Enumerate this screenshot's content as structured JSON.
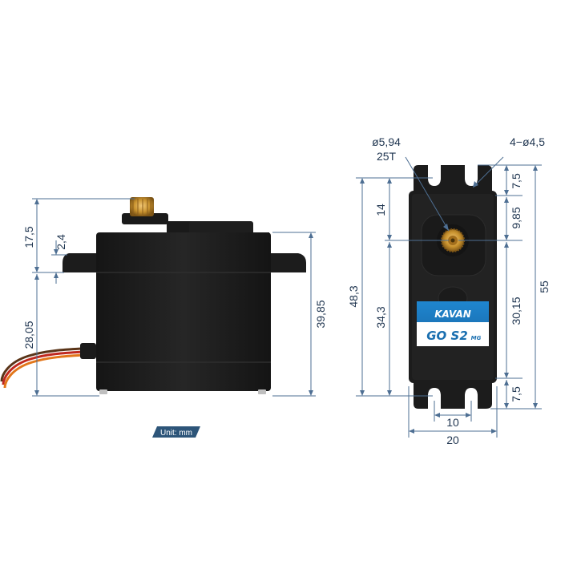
{
  "unit_badge": {
    "label": "Unit: mm"
  },
  "label_panel": {
    "brand": "KAVAN",
    "model": "GO S2",
    "model_suffix": "MG"
  },
  "colors": {
    "dimension_lines": "#4e6f93",
    "dimension_text": "#1f3550",
    "servo_body": "#1c1c1c",
    "gear": "#c8922e",
    "label_blue": "#1a73b8",
    "unit_badge": "#2d5579",
    "wire_orange": "#e2761a",
    "wire_red": "#c0281e",
    "wire_brown": "#5a3418"
  },
  "side_view": {
    "dims": {
      "top_offset": "17,5",
      "flange_thickness": "2,4",
      "lower_height": "28,05",
      "total_height": "39,85"
    }
  },
  "front_view": {
    "dims": {
      "spline_diameter": "ø5,94",
      "spline_teeth": "25T",
      "mount_holes": "4−ø4,5",
      "top_tab": "7,5",
      "shaft_from_body_top": "9,85",
      "shaft_to_body_bottom": "30,15",
      "bottom_tab": "7,5",
      "total_length": "55",
      "hole_to_hole": "48,3",
      "shaft_to_hole": "34,3",
      "shaft_to_upper_hole": "14",
      "hole_spacing": "10",
      "body_width": "20"
    }
  }
}
